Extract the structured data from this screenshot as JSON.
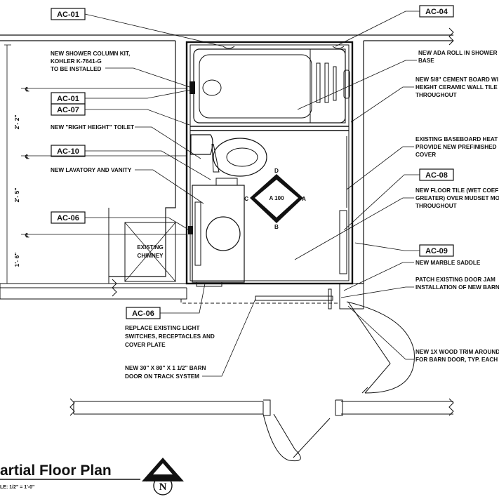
{
  "tags": {
    "ac01_top": "AC-01",
    "ac04": "AC-04",
    "ac01_mid": "AC-01",
    "ac07": "AC-07",
    "ac10": "AC-10",
    "ac06_left": "AC-06",
    "ac06_bottom": "AC-06",
    "ac08": "AC-08",
    "ac09": "AC-09"
  },
  "notes": {
    "shower_column": [
      "NEW SHOWER COLUMN KIT,",
      "KOHLER K-7641-G",
      "TO BE INSTALLED"
    ],
    "toilet": "NEW \"RIGHT HEIGHT\" TOILET",
    "lavatory": "NEW LAVATORY AND VANITY",
    "ada_roll": [
      "NEW ADA ROLL IN SHOWER",
      "BASE"
    ],
    "cement_board": [
      "NEW 5/8\" CEMENT BOARD WI",
      "HEIGHT CERAMIC WALL TILE",
      "THROUGHOUT"
    ],
    "baseboard": [
      "EXISTING BASEBOARD HEAT",
      "PROVIDE NEW PREFINISHED",
      "COVER"
    ],
    "floor_tile": [
      "NEW FLOOR TILE (WET COEF",
      "GREATER) OVER MUDSET MO",
      "THROUGHOUT"
    ],
    "saddle": "NEW MARBLE SADDLE",
    "patch_jamb": [
      "PATCH EXISTING DOOR JAM",
      "INSTALLATION OF NEW BARN"
    ],
    "switches": [
      "REPLACE EXISTING LIGHT",
      "SWITCHES, RECEPTACLES AND",
      "COVER PLATE"
    ],
    "barn_door": [
      "NEW 30\" X 80\" X 1 1/2\" BARN",
      "DOOR ON TRACK SYSTEM"
    ],
    "wood_trim": [
      "NEW 1X WOOD TRIM AROUND",
      "FOR BARN DOOR, TYP. EACH"
    ]
  },
  "chimney": [
    "EXISTING",
    "CHIMNEY"
  ],
  "elevation_marker": {
    "center": "A 100",
    "top": "D",
    "left": "C",
    "right": "A",
    "bottom": "B"
  },
  "dimensions": [
    "2'- 2\"",
    "2'- 5\"",
    "1'- 6\""
  ],
  "centerline_symbol": "℄",
  "title": "artial Floor Plan",
  "scale": "LE: 1/2\" = 1'-0\"",
  "north": "N"
}
